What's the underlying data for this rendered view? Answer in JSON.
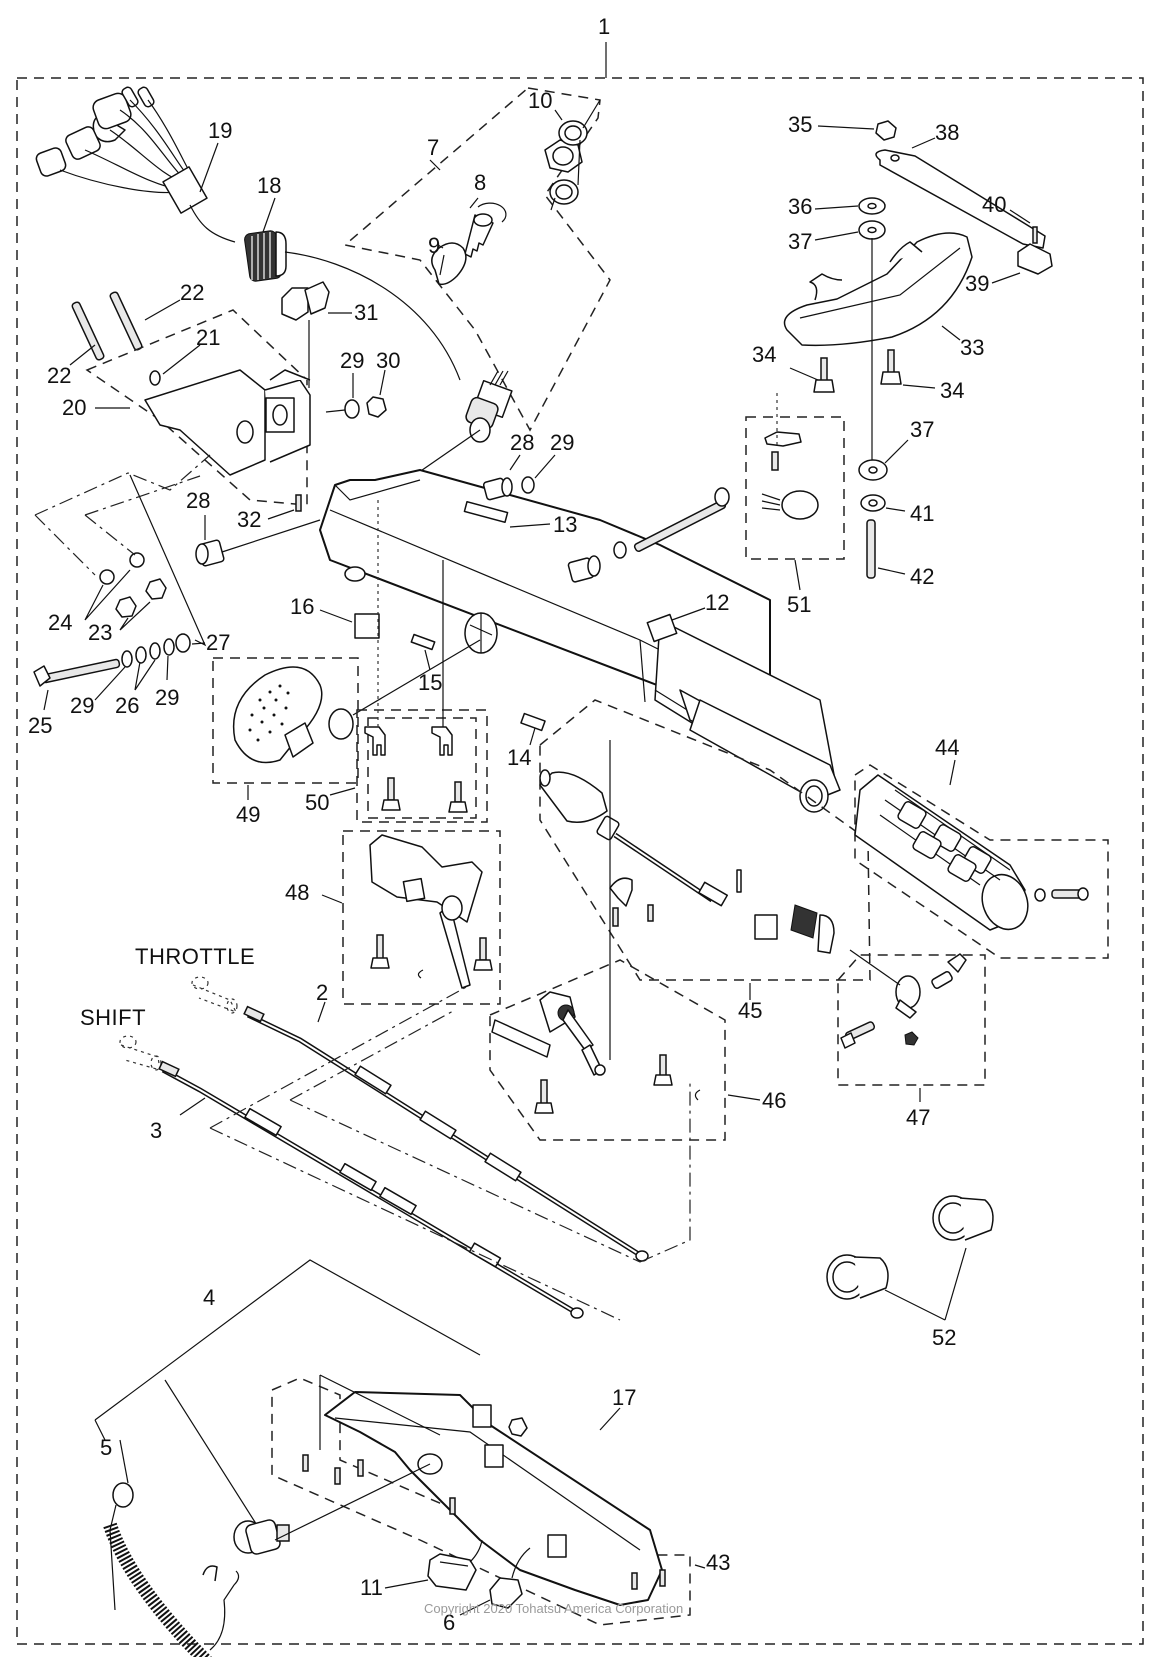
{
  "diagram": {
    "title": "Tiller Handle Assembly",
    "assembly_number": "1",
    "text_labels": {
      "throttle": "THROTTLE",
      "shift": "SHIFT"
    },
    "copyright": "Copyright 2020 Tohatsu America Corporation"
  },
  "callouts": {
    "c1": "1",
    "c2": "2",
    "c3": "3",
    "c4": "4",
    "c5": "5",
    "c6": "6",
    "c7": "7",
    "c8": "8",
    "c9": "9",
    "c10": "10",
    "c11": "11",
    "c12": "12",
    "c13": "13",
    "c14": "14",
    "c15": "15",
    "c16": "16",
    "c17": "17",
    "c18": "18",
    "c19": "19",
    "c20": "20",
    "c21": "21",
    "c22": "22",
    "c23": "23",
    "c24": "24",
    "c25": "25",
    "c26": "26",
    "c27": "27",
    "c28": "28",
    "c29": "29",
    "c30": "30",
    "c31": "31",
    "c32": "32",
    "c33": "33",
    "c34": "34",
    "c35": "35",
    "c36": "36",
    "c37": "37",
    "c38": "38",
    "c39": "39",
    "c40": "40",
    "c41": "41",
    "c42": "42",
    "c43": "43",
    "c44": "44",
    "c45": "45",
    "c46": "46",
    "c47": "47",
    "c48": "48",
    "c49": "49",
    "c50": "50",
    "c51": "51",
    "c52": "52"
  }
}
